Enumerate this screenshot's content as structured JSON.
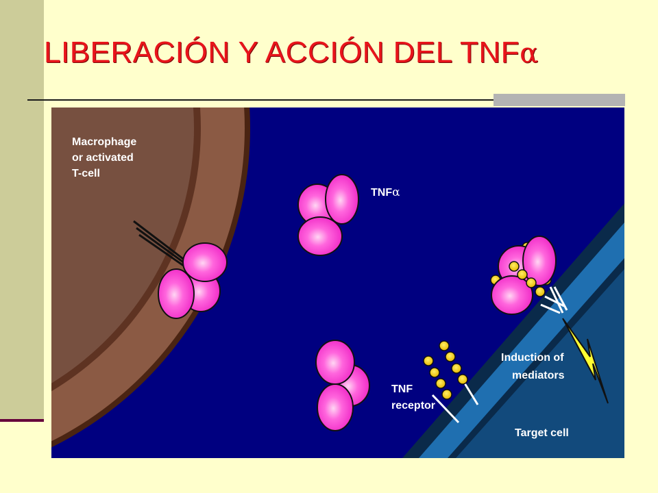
{
  "slide": {
    "title": "LIBERACIÓN Y ACCIÓN DEL TNF",
    "title_symbol": "α"
  },
  "diagram": {
    "macrophage_label": [
      "Macrophage",
      "or activated",
      "T-cell"
    ],
    "tnf_label": "TNF",
    "tnf_label_symbol": "α",
    "receptor_label": [
      "TNF",
      "receptor"
    ],
    "induction_label": [
      "Induction of",
      "mediators"
    ],
    "target_label": "Target cell"
  },
  "colors": {
    "title": "#e8141b",
    "background": "#ffffcc",
    "sidebar": "#cccc99",
    "medium": "#000080",
    "macrophage": "#8b5a44",
    "target_cell": "#1f6fb0",
    "tnf_protein": "#ff33cc",
    "receptor_bead": "#ffcc00",
    "signal_bolt": "#ffff33"
  }
}
